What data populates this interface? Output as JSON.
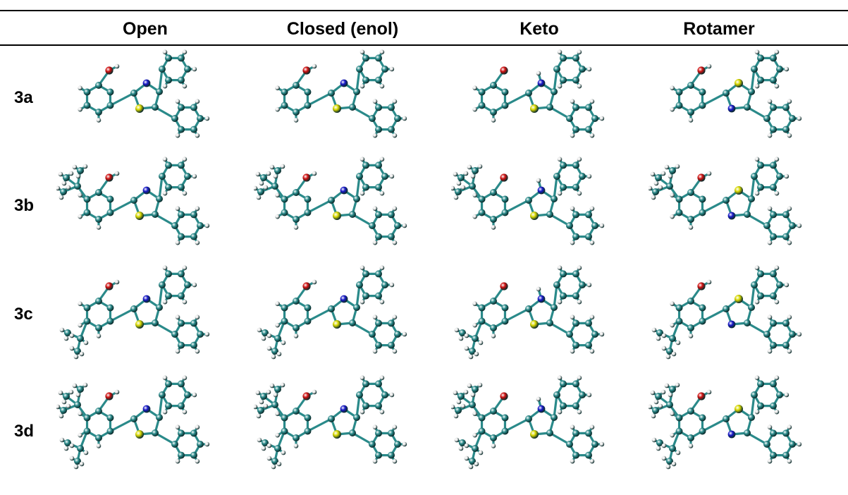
{
  "columns": [
    "Open",
    "Closed (enol)",
    "Keto",
    "Rotamer"
  ],
  "rows": [
    {
      "label": "3a",
      "substituent": "none"
    },
    {
      "label": "3b",
      "substituent": "tert-butyl"
    },
    {
      "label": "3c",
      "substituent": "isopropyl"
    },
    {
      "label": "3d",
      "substituent": "tert-butyl + isopropyl"
    }
  ],
  "atom_colors": {
    "carbon": "#2a8a8a",
    "hydrogen": "#e8e8e8",
    "oxygen": "#d01010",
    "nitrogen": "#1818c8",
    "sulfur": "#d8d800"
  }
}
